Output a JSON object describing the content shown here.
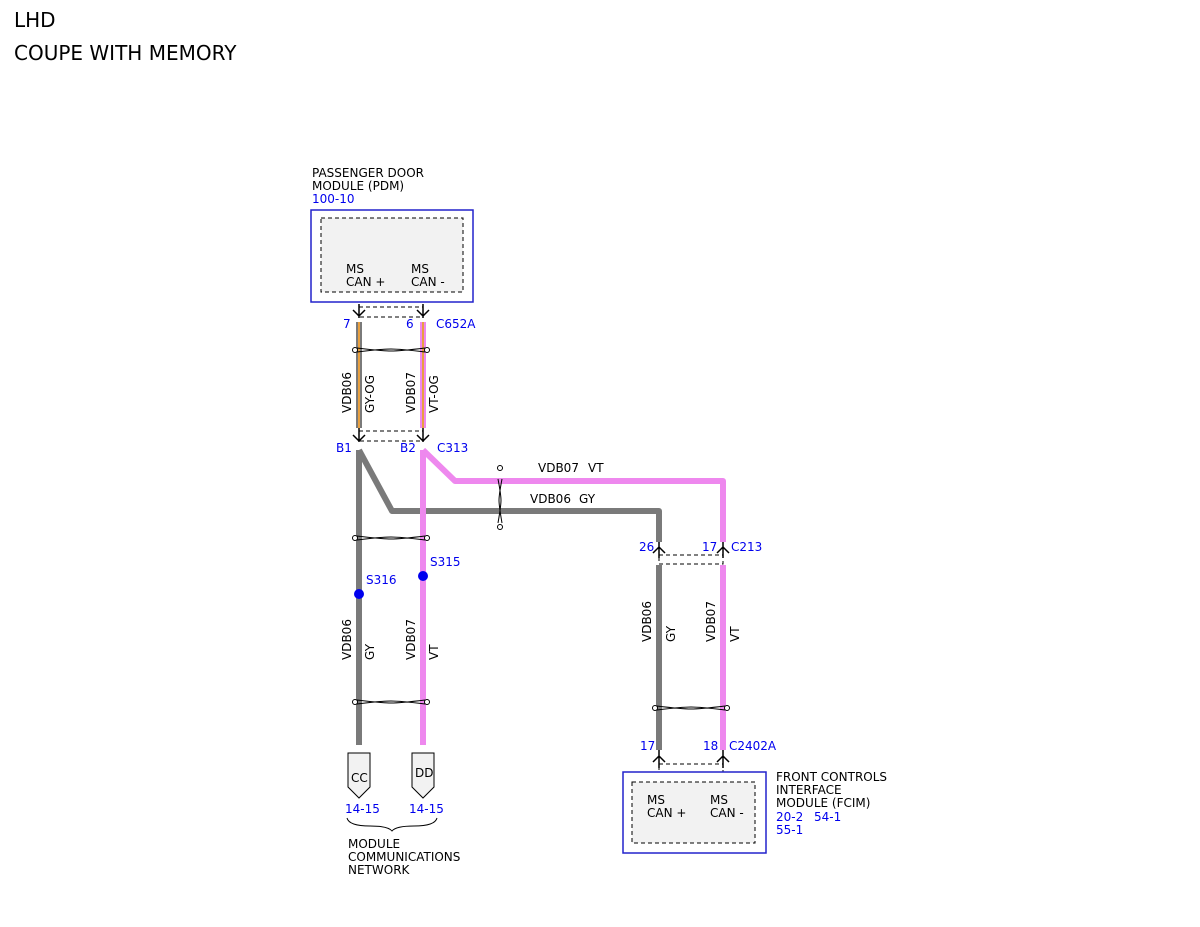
{
  "header": {
    "line1": "LHD",
    "line2": "COUPE WITH MEMORY"
  },
  "pdm": {
    "name_line1": "PASSENGER DOOR",
    "name_line2": "MODULE (PDM)",
    "ref": "100-10",
    "pin_left_line1": "MS",
    "pin_left_line2": "CAN +",
    "pin_right_line1": "MS",
    "pin_right_line2": "CAN -"
  },
  "connector_c652a": {
    "name": "C652A",
    "pin_left": "7",
    "pin_right": "6"
  },
  "upper_wires": {
    "left_circuit": "VDB06",
    "left_color": "GY-OG",
    "right_circuit": "VDB07",
    "right_color": "VT-OG"
  },
  "connector_c313": {
    "name": "C313",
    "pin_left": "B1",
    "pin_right": "B2"
  },
  "branch_wires": {
    "vt_circuit": "VDB07",
    "vt_color": "VT",
    "gy_circuit": "VDB06",
    "gy_color": "GY"
  },
  "splices": {
    "left": "S316",
    "right": "S315"
  },
  "lower_wires": {
    "left_circuit": "VDB06",
    "left_color": "GY",
    "right_circuit": "VDB07",
    "right_color": "VT"
  },
  "terminals": {
    "left_label": "CC",
    "left_ref": "14-15",
    "right_label": "DD",
    "right_ref": "14-15"
  },
  "network_label": {
    "line1": "MODULE",
    "line2": "COMMUNICATIONS",
    "line3": "NETWORK"
  },
  "connector_c213": {
    "name": "C213",
    "pin_left": "26",
    "pin_right": "17"
  },
  "fcim_wires": {
    "left_circuit": "VDB06",
    "left_color": "GY",
    "right_circuit": "VDB07",
    "right_color": "VT"
  },
  "connector_c2402a": {
    "name": "C2402A",
    "pin_left": "17",
    "pin_right": "18"
  },
  "fcim": {
    "name_line1": "FRONT CONTROLS",
    "name_line2": "INTERFACE",
    "name_line3": "MODULE (FCIM)",
    "ref1": "20-2",
    "ref2": "54-1",
    "ref3": "55-1",
    "pin_left_line1": "MS",
    "pin_left_line2": "CAN +",
    "pin_right_line1": "MS",
    "pin_right_line2": "CAN -"
  },
  "colors": {
    "gray_wire": "#7a7a7a",
    "violet_wire": "#ee88ee",
    "orange_stripe": "#e8a040",
    "module_border": "#2222cc",
    "reference_text": "#0000ee",
    "splice_dot": "#0000ee"
  }
}
